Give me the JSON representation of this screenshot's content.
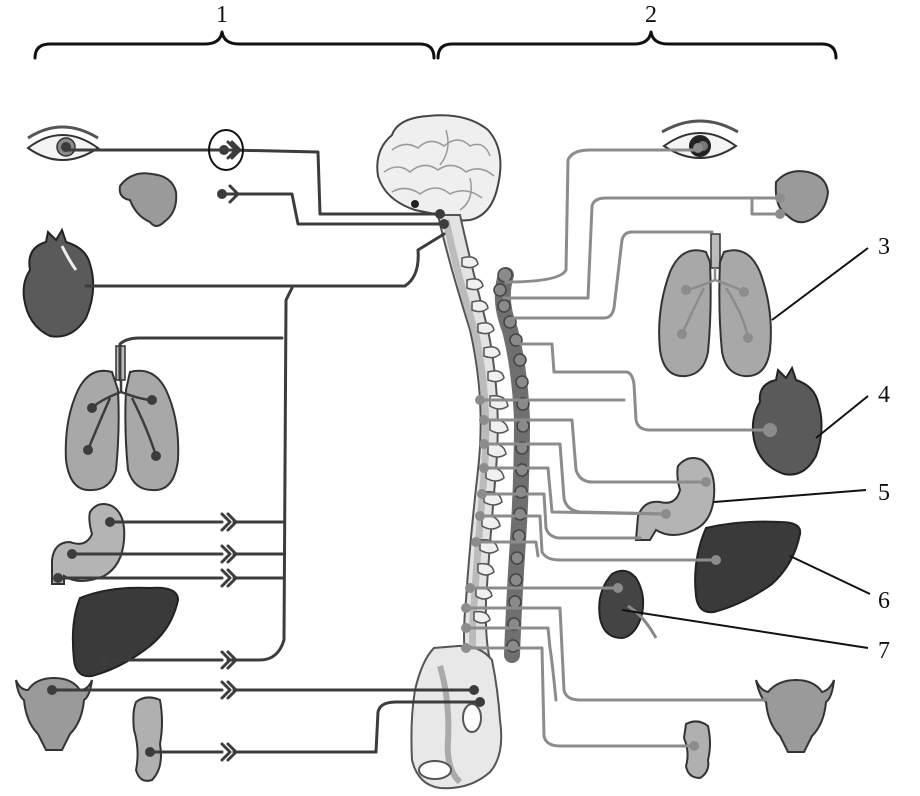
{
  "labels": {
    "division_1": "1",
    "division_2": "2",
    "organ_3": "3",
    "organ_4": "4",
    "organ_5": "5",
    "organ_6": "6",
    "organ_7": "7"
  },
  "colors": {
    "parasympathetic_line": "#3c3c3c",
    "sympathetic_line": "#8c8c8c",
    "organ_light": "#9a9a9a",
    "organ_dark": "#5a5a5a",
    "organ_darkest": "#3a3a3a",
    "spine": "#e6e6e6"
  }
}
